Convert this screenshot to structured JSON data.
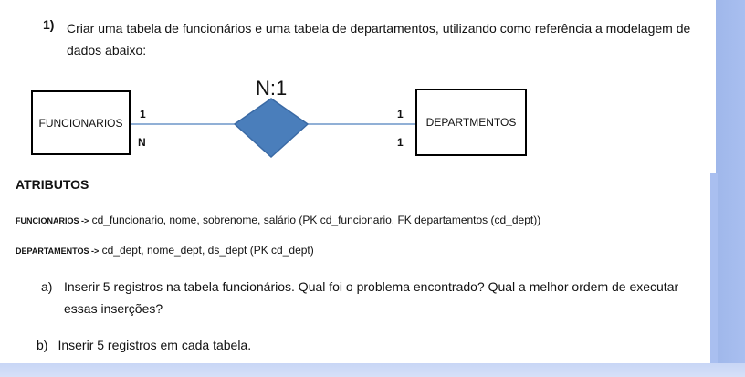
{
  "question": {
    "number": "1)",
    "text": "Criar uma tabela de funcionários e uma tabela de departamentos, utilizando como referência a modelagem de dados abaixo:"
  },
  "diagram": {
    "relationship_label": "N:1",
    "entity_left": "FUNCIONARIOS",
    "entity_right": "DEPARTMENTOS",
    "left_card_top": "1",
    "left_card_bottom": "N",
    "right_card_top": "1",
    "right_card_bottom": "1",
    "colors": {
      "diamond_fill": "#4a7ebb",
      "diamond_stroke": "#3a6aa5",
      "line": "#4f81bd"
    }
  },
  "attributes": {
    "title": "ATRIBUTOS",
    "funcionarios": {
      "entity": "FUNCIONARIOS ->",
      "text": " cd_funcionario, nome, sobrenome, salário (PK cd_funcionario, FK departamentos (cd_dept))"
    },
    "departamentos": {
      "entity": "DEPARTAMENTOS ->",
      "text": " cd_dept, nome_dept, ds_dept (PK cd_dept)"
    }
  },
  "items": {
    "a": {
      "mark": "a)",
      "text": "Inserir 5 registros na tabela funcionários. Qual foi o problema encontrado? Qual a melhor ordem de executar essas inserções?"
    },
    "b": {
      "mark": "b)",
      "text": "Inserir 5 registros em cada tabela."
    }
  }
}
